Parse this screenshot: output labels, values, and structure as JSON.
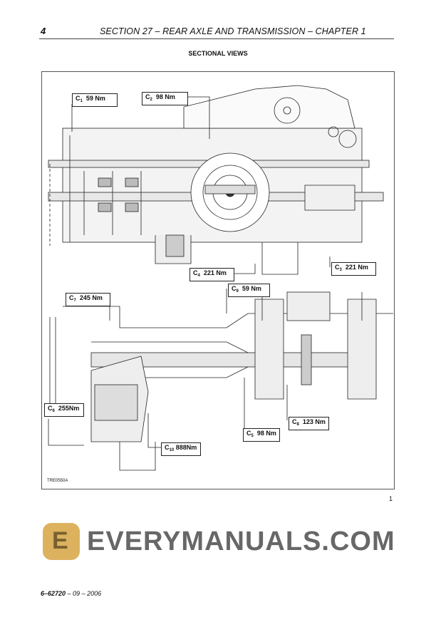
{
  "header": {
    "page_number": "4",
    "title": "SECTION 27 – REAR AXLE AND TRANSMISSION – CHAPTER 1"
  },
  "section_title": "SECTIONAL VIEWS",
  "figure": {
    "labels": [
      {
        "code": "C",
        "sub": "1",
        "value": "59 Nm"
      },
      {
        "code": "C",
        "sub": "2",
        "value": "98 Nm"
      },
      {
        "code": "C",
        "sub": "3",
        "value": "221 Nm"
      },
      {
        "code": "C",
        "sub": "4",
        "value": "221 Nm"
      },
      {
        "code": "C",
        "sub": "5",
        "value": "98 Nm"
      },
      {
        "code": "C",
        "sub": "6",
        "value": "255Nm"
      },
      {
        "code": "C",
        "sub": "7",
        "value": "245 Nm"
      },
      {
        "code": "C",
        "sub": "8",
        "value": "123 Nm"
      },
      {
        "code": "C",
        "sub": "9",
        "value": "59 Nm"
      },
      {
        "code": "C",
        "sub": "10",
        "value": "888Nm"
      }
    ],
    "figure_code": "TRE0550A",
    "figure_number": "1"
  },
  "watermark": {
    "text": "EVERYMANUALS.COM",
    "logo_letter": "E",
    "logo_color": "#d9aa4e"
  },
  "footer": {
    "doc_number": "6–62720",
    "date": " – 09 – 2006"
  }
}
